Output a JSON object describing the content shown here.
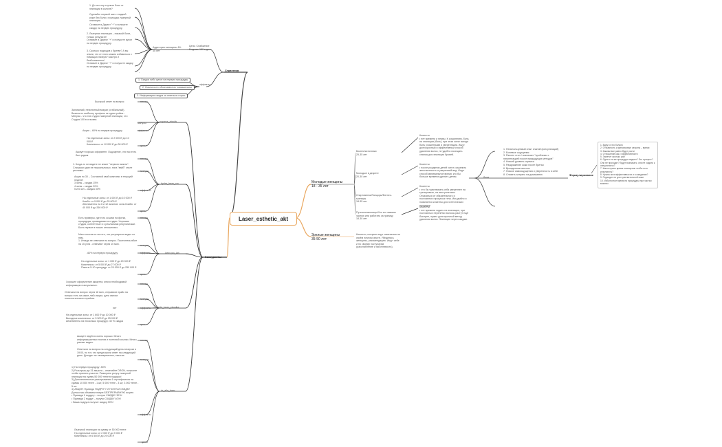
{
  "central": "Laser_esthetic_akt",
  "strategy": {
    "hub": "Стратегия",
    "cpb": "Цель: Снабжение Бюджет: 150 в день",
    "audience": "Аудитория: женщины 18-35 лет",
    "effects": "эффекты",
    "notes": [
      "1. До сих пор терпите боль от эпиляции в салоне?",
      "Сделайте первый шаг к гладкой коже без боли с помощью лазерной эпиляции.",
      "Оставьте в Директ \"+\" и получите скидку на первую процедуру.",
      "2. Лазерная эпиляция – никакой боли, только результат!\nОставьте в Директ \"+\" и получите купон на первую процедуру.",
      "3. Сколько подходов к бритве? А вы знали, что от этого можно избавиться с помощью лазера? Быстро и безболезненно!",
      "Оставьте в Директ \"+\" и получите скидку на первую процедуру."
    ],
    "minus": "-",
    "steps": [
      "1. Скидки либо купон на первую процедуру",
      "2. Лояльность обоснована их повышением",
      "3. Информация скидка за ответы в сторис"
    ]
  },
  "competitors": {
    "hub": "Конкуренты",
    "groups": [
      {
        "name": "express_ebrolls",
        "plus_label": "плюсы",
        "plus": "Быстрый ответ на вопрос",
        "minus_label": "минусы",
        "minus": "Запоминай, непонятный визуал (стабильный).\nВизиты по шаблону профиль не одна тройка...\nМинусы - что эти студии лазерной эпиляции, что Студия 100 в отзывах.",
        "effects_label": "эффекты",
        "effects": "Акция – 60% на первую процедуру",
        "price_label": "цены",
        "price": "На отдельные зоны: от 2 000 ₽ до 10 000 ₽\nКомплексы: от 10 000 ₽ до 30 000 ₽"
      },
      {
        "name": "hydra_laser_cm",
        "plus_label": "плюсы",
        "plus": "Аккаунт хорошо оформлен. Ощущение, что нас есть был рядом.",
        "minus_label": "минусы",
        "minus": "1. Когда-то не видите не знают \"первого визита\". Слишком один не персональных, типа \"вайб\" стиле рекламы.",
        "effects_label": "эффекты",
        "effects": "Акция по 30 – Составной свой комплекс в текущей неделе!\n3 зоны – скидка 15%\n4 зоны – скидка 20%\n5 и 6 зон – скидка 30%",
        "price_label": "цены",
        "price": "На отдельные зоны: от 1 000 ₽ до 10 000 ₽\nКомбо: от 5 000 ₽ до 25 000 ₽\nАбонементы на 6 и 12 визитов: зоны Комбо: от 40 000 ₽ до 260 000 ₽"
      },
      {
        "name": "laser.pro_lab",
        "plus_label": "плюсы",
        "plus": "Есть примеры, где есть ссылки на фотки, процедуры, проводимые в студии. Хорошая студия, контентные и с реальными результатами. Быть первое в наших отношениях.",
        "minus_label": "минусы",
        "minus": "Мало постов из-за того, что регулярное видео по ним.\n1. Иногда не отвечают на вопрос. Посетитель вбил на 15 угла - отвечают через 10 мин.",
        "effects_label": "эффекты",
        "effects": "-60% на первую процедуру",
        "price_label": "цены",
        "price": "На отдельные зоны: от 1 000 ₽ до 20 000 ₽\nКомплексы: от 5 000 ₽ до 27 000 ₽\nПакеты 5-10 процедур: от 20 000 ₽ до 250 000 ₽"
      },
      {
        "name": "cosmetic_laser_ekonika",
        "plus_label": "плюсы",
        "plus": "Хорошее оформление аккаунта, много необходимой информации в актуальных.",
        "minus_label": "минусы",
        "minus": "Отвечали на вопрос через 18 мин, отправили прайс на вопрос есть ли какие-либо акции, дата записи психологического приёма.",
        "effects_label": "эффекты",
        "effects": "нет",
        "price_label": "цены",
        "price": "На отдельные зоны: от 1 600 ₽ до 10 000 ₽\nВыгодные комплексы: от 5 500 ₽ до 25 000 ₽\nАбонементы на несколько процедур: 40 % скидка"
      },
      {
        "name": "dr_alla_laser",
        "plus_label": "плюсы",
        "plus": "Аккаунт ведётся очень хорошо. Много информационных постов и полезной ссылки. Много разных видео.",
        "minus_label": "минусы",
        "minus": "Ответили на вопрос на следующий день вечером в 19:00, но тот, что предложили ответ на следующий день. Доходит не своевременно, смысла.",
        "effects_label": "эффекты",
        "effects": "1) На первую процедуру -50%\n2) Розыгрыш до 31 августа – отмечайте DRON, получите чтобы принять участие. Разыграть услугу лазерной эпиляции на сумму 50 000 тенге в подарок!\n3) Дополнительные разыгрывания 1 сертификатов на суммы 10 000 тенге - 1 шт, 5 000 тенге - 3 шт, 3 000 тенге - 5 шт.\n4) АКЦИЯ: Приведи ПОДРУГУ И ПОЛУЧИ СКИДКУ\nДолько мы объявили новую БЕЗПРЕРЫВНУЮ акцию:\n• Приведи 1 подругу – получи СКИДКУ 30%!\n• Приведи 2 подруг – получи СКИДКУ 40%!\n• Ваша подруга получит скидку 30%!",
        "price_label": "цены",
        "price": "Лазерной эпиляции на сумму от 50 000 тенге\nНа отдельные зоны: от 2 000 ₽ до 9 000 ₽\nКомплексы: от 6 500 ₽ до 29 000 ₽"
      }
    ]
  },
  "formulation": {
    "hub": "Формулирование",
    "pains_label": "боли",
    "audiences": [
      {
        "title": "Молодые женщины\n18 - 35 лет",
        "segments": [
          {
            "name": "Бизнес/источники\n25-35 лет",
            "desc": "Клиенты:\n• нет времени и нервы. К сожалению, боль на эпиляции (боль), при этом хотят всегда быть ухоженными и уверенными. Ищут долгосрочный и эффективный способ удаления волос, не удобно посещать сеансы для эпиляции бровей."
          },
          {
            "name": "Молодые в декрете\n20-30 лет",
            "desc": "Клиенты:\n• после рождения детей хотят сохранить женственность и уверенный вид. Ищут способ минимальное время, кто бы больше времени уделить детям."
          },
          {
            "name": "Спортсменки/Танцоры/Фитнес-тренеры\n18-35 лет",
            "desc": "Клиенты:\n• что бы чувствовать себя увереннее на тренировках, на выступлениях. Отказаться от обязательного и постоянного процесса тела. Им удобно и появляется клиенты для эстетических процедур."
          },
          {
            "name": "Путешественницы/Что его зависят частью или работать за границу\n18-30 лет",
            "desc": "Клиенты:\n• нет времени ходить на эпиляцию, при постоянных перелётах волосы растут ещё быстрее, нужно долгосрочный метод удаления волос. Эпиляция через каждые."
          }
        ]
      },
      {
        "title": "Зрелые женщины\n35-50 лет",
        "segments": [
          {
            "name": "Клиенты, которые ищут изменения на своём личном опыте. Убедились женщины, рекомендацию. Ищут себе и по своему постулатам (расслабление и заботливость).",
            "desc": ""
          }
        ]
      }
    ],
    "pains": "1. Неиспользуемый опыт знаний (консультаций)\n2. Болевые ощущения\n3. Раннее стал / возникает \"проблемы с пигментацией после предыдущих методов\"\n4. Низкий уровень сервиса\n5. Раздражение кожи после бритья\n6. Врожденные волосы\n7. Низкое самоощущения и уверенность в себе\n8. Снизить затраты на домашнюю",
    "card": "1. Вдруг и это больно\n2. Отзывность и финансовые затраты – время\n3. Какими все равно будут расти\n4. Отношение как к эффективности\n5. Заметит сколько раз!\n6. Одна и та же процедура надоел? Это процесс? Они не проходят? Будут возникать: они не ходили к специалисту?\n7. Какое нужно время посещения чтобы есть результаты?\n8. Нужна ли в эффективности и в ожидании?\n9. Подходит ли для чувствительной кожи\n10. Избыточное время на процедуры при частых визитах"
  }
}
